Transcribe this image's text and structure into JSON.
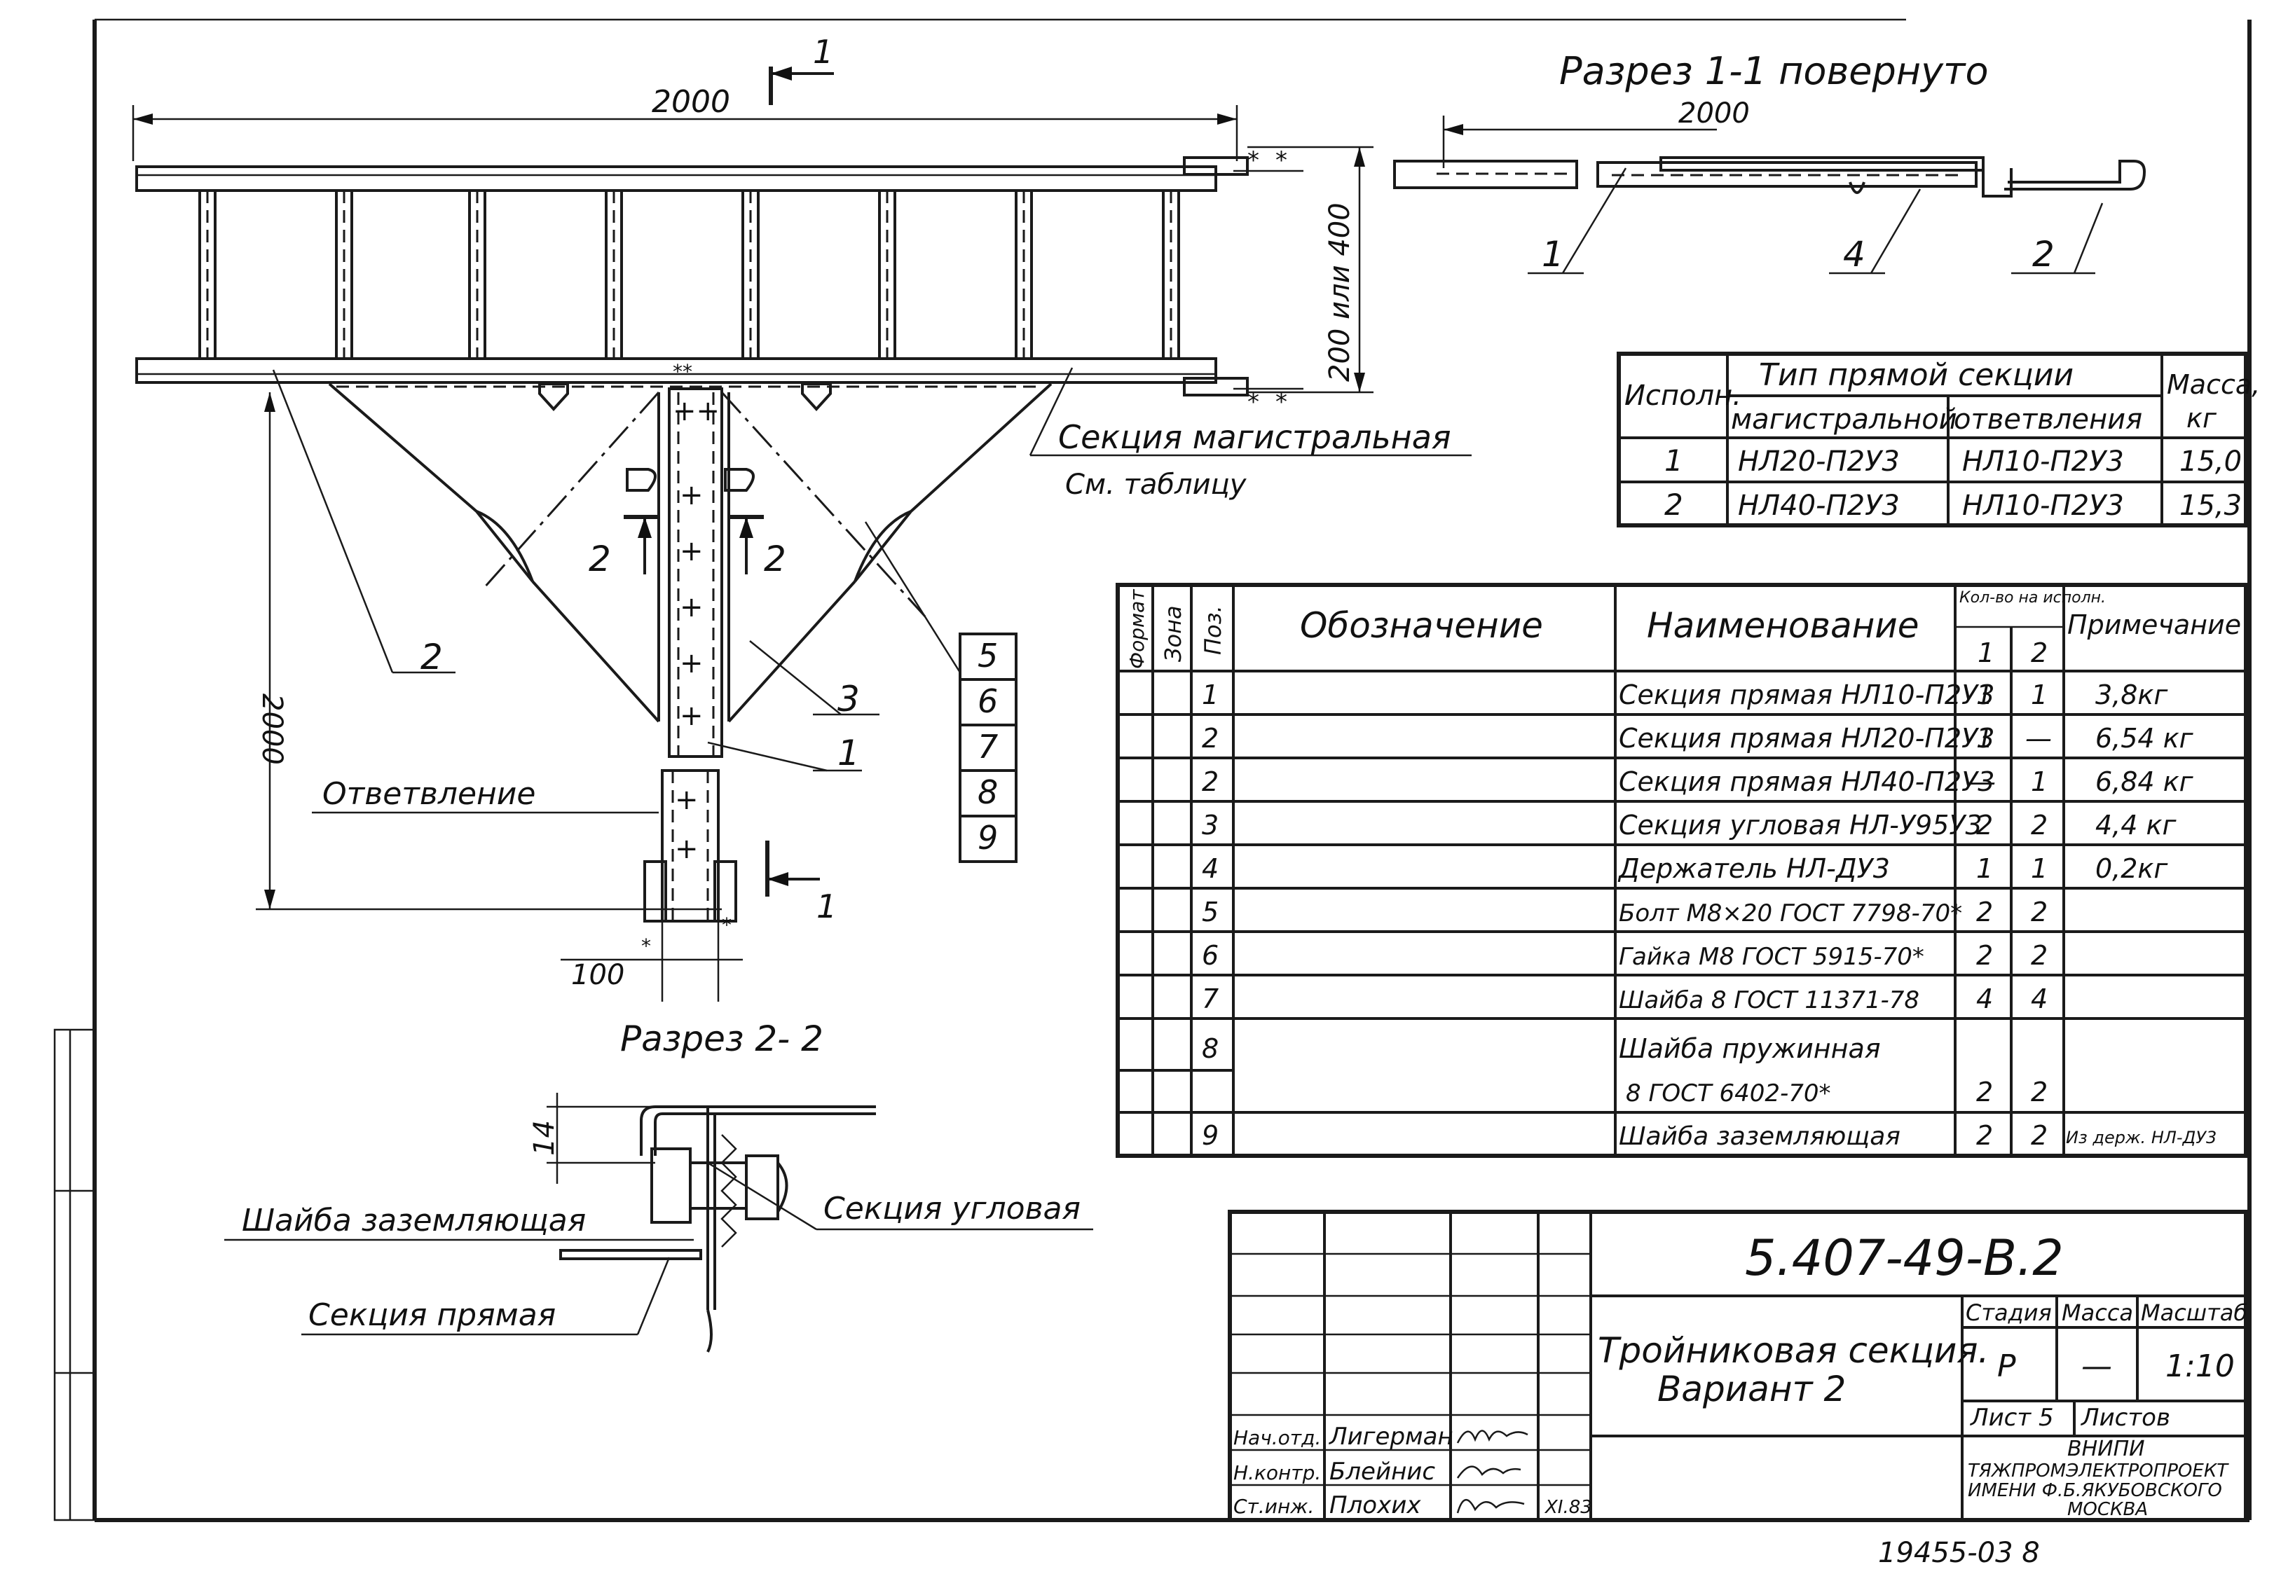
{
  "drawing": {
    "cut_mark": "1",
    "dim_2000_top": "2000",
    "dim_height": "200 или 400",
    "dim_2000_side": "2000",
    "dim_100": "100",
    "dim_14": "14",
    "label_main_1": "Секция магистральная",
    "label_main_2": "См. таблицу",
    "label_branch": "Ответвление",
    "section22_title": "Разрез 2- 2",
    "section22_mark": "2",
    "label_ground_washer": "Шайба заземляющая",
    "label_corner_section": "Секция угловая",
    "label_straight_section": "Секция прямая",
    "callouts": [
      "2",
      "3",
      "1",
      "5",
      "6",
      "7",
      "8",
      "9"
    ],
    "section11_title": "Разрез 1-1 повернуто",
    "section11_dim": "2000",
    "section11_callouts": [
      "1",
      "4",
      "2"
    ]
  },
  "exec_table": {
    "h_exec": "Исполн.",
    "h_type": "Тип прямой секции",
    "h_main": "магистральной",
    "h_branch": "ответвления",
    "h_mass": "Масса,",
    "h_kg": "кг",
    "rows": [
      [
        "1",
        "НЛ20-П2У3",
        "НЛ10-П2У3",
        "15,0"
      ],
      [
        "2",
        "НЛ40-П2У3",
        "НЛ10-П2У3",
        "15,3"
      ]
    ]
  },
  "spec_table": {
    "h_format": "Формат",
    "h_zone": "Зона",
    "h_pos": "Поз.",
    "h_designation": "Обозначение",
    "h_name": "Наименование",
    "h_qty": "Кол-во на исполн.",
    "h_q1": "1",
    "h_q2": "2",
    "h_note": "Примечание",
    "rows": [
      [
        "1",
        "Секция прямая НЛ10-П2У3",
        "1",
        "1",
        "3,8кг"
      ],
      [
        "2",
        "Секция прямая НЛ20-П2У3",
        "1",
        "—",
        "6,54 кг"
      ],
      [
        "2",
        "Секция прямая НЛ40-П2У3",
        "—",
        "1",
        "6,84 кг"
      ],
      [
        "3",
        "Секция угловая НЛ-У95У3",
        "2",
        "2",
        "4,4 кг"
      ],
      [
        "4",
        "Держатель НЛ-ДУ3",
        "1",
        "1",
        "0,2кг"
      ],
      [
        "5",
        "Болт М8×20 ГОСТ 7798-70*",
        "2",
        "2",
        ""
      ],
      [
        "6",
        "Гайка М8 ГОСТ 5915-70*",
        "2",
        "2",
        ""
      ],
      [
        "7",
        "Шайба 8 ГОСТ 11371-78",
        "4",
        "4",
        ""
      ],
      [
        "8",
        "Шайба пружинная",
        "",
        "",
        ""
      ],
      [
        "",
        "8 ГОСТ 6402-70*",
        "2",
        "2",
        ""
      ],
      [
        "9",
        "Шайба заземляющая",
        "2",
        "2",
        "Из держ. НЛ-ДУ3"
      ]
    ]
  },
  "title_block": {
    "doc_code": "5.407-49-В.2",
    "title_1": "Тройниковая секция.",
    "title_2": "Вариант 2",
    "stage_h": "Стадия",
    "mass_h": "Масса",
    "scale_h": "Масштаб",
    "stage": "Р",
    "mass": "—",
    "scale": "1:10",
    "sheet": "Лист 5",
    "sheets": "Листов",
    "org_1": "ВНИПИ",
    "org_2": "ТЯЖПРОМЭЛЕКТРОПРОЕКТ",
    "org_3": "ИМЕНИ Ф.Б.ЯКУБОВСКОГО",
    "org_4": "МОСКВА",
    "roles": [
      [
        "Нач.отд.",
        "Лигерман"
      ],
      [
        "Н.контр.",
        "Блейнис"
      ],
      [
        "Ст.инж.",
        "Плохих"
      ]
    ],
    "date": "XI.83"
  },
  "footer_code": "19455-03 8"
}
